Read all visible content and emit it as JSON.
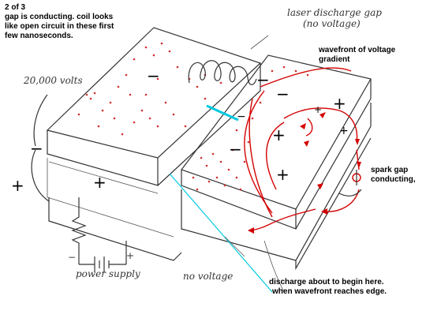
{
  "labels": {
    "step_line1": "2 of 3",
    "step_line2": "gap is conducting. coil looks",
    "step_line3": "like open circuit in these first",
    "step_line4": "few nanoseconds.",
    "voltage": "20,000 volts",
    "laser_gap_line1": "laser discharge gap",
    "laser_gap_line2": "(no voltage)",
    "wavefront_line1": "wavefront of voltage",
    "wavefront_line2": "gradient",
    "spark_line1": "spark gap",
    "spark_line2": "conducting,",
    "power_supply": "power supply",
    "no_voltage": "no voltage",
    "discharge_line1": "discharge about to begin here.",
    "discharge_line2": "when wavefront reaches edge."
  },
  "signs": {
    "minus": "−",
    "plus": "+"
  },
  "colors": {
    "charge_red": "#d40000",
    "discharge_line": "#00c8e0",
    "outline": "#333333"
  }
}
